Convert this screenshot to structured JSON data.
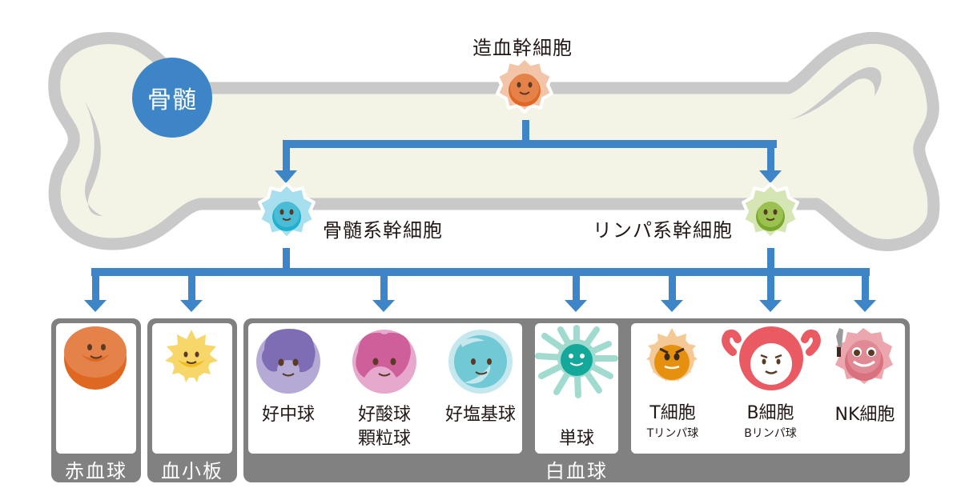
{
  "title": "造血幹細胞から血液細胞への分化",
  "colors": {
    "arrow": "#3d85c6",
    "bone_outline": "#c9c9c9",
    "bone_fill": "#f3f3e6",
    "group_frame": "#818181",
    "marrow_badge": "#3d85c6"
  },
  "marrow_badge": {
    "label": "骨髄"
  },
  "stem_cells": {
    "hematopoietic": {
      "label": "造血幹細胞",
      "color": "#e4824a",
      "halo": "#f3c5a8"
    },
    "myeloid": {
      "label": "骨髄系幹細胞",
      "color": "#4bbcd6",
      "halo": "#a8dfee"
    },
    "lymphoid": {
      "label": "リンパ系幹細胞",
      "color": "#8bb83c",
      "halo": "#d6e5b4"
    }
  },
  "groups": [
    {
      "label": "赤血球"
    },
    {
      "label": "血小板"
    },
    {
      "label": "白血球"
    }
  ],
  "cells": [
    {
      "id": "rbc",
      "label": "赤血球",
      "color": "#e4824a"
    },
    {
      "id": "platelet",
      "label": "血小板",
      "color": "#f7d66a"
    },
    {
      "id": "neutrophil",
      "label": "好中球",
      "color": "#7e6db5"
    },
    {
      "id": "eosinophil",
      "label": "好酸球",
      "color": "#cf5f9a"
    },
    {
      "id": "basophil",
      "label": "好塩基球",
      "color": "#72c9d6"
    },
    {
      "id": "monocyte",
      "label": "単球",
      "color": "#13a89a"
    },
    {
      "id": "t_cell",
      "label": "T細胞",
      "sub": "Tリンパ球",
      "color": "#e6900f"
    },
    {
      "id": "b_cell",
      "label": "B細胞",
      "sub": "Bリンパ球",
      "color": "#e95a62"
    },
    {
      "id": "nk_cell",
      "label": "NK細胞",
      "color": "#d9727e"
    }
  ],
  "granulocyte_label": "顆粒球"
}
